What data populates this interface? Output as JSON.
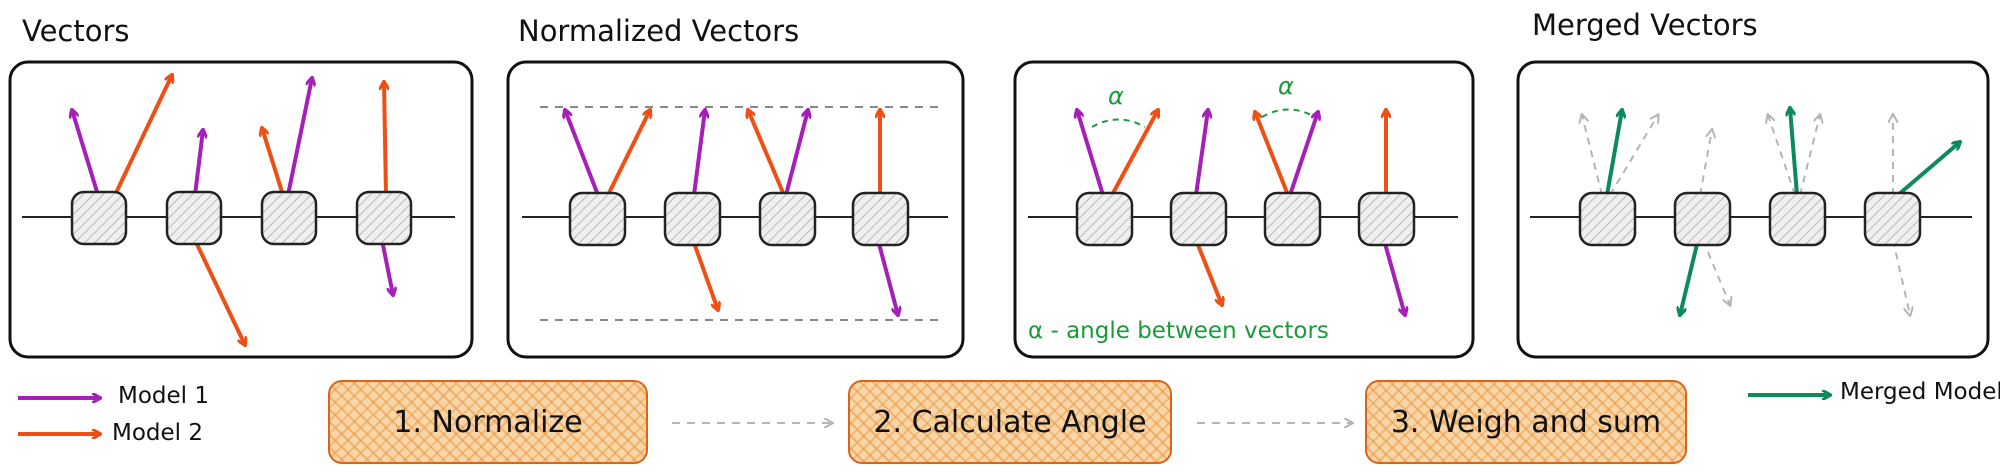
{
  "panels": [
    {
      "title": "Vectors"
    },
    {
      "title": "Normalized Vectors"
    },
    {
      "title": ""
    },
    {
      "title": "Merged Vectors"
    }
  ],
  "steps": [
    {
      "label": "1. Normalize"
    },
    {
      "label": "2. Calculate Angle"
    },
    {
      "label": "3. Weigh and sum"
    }
  ],
  "legend": {
    "model1": "Model 1",
    "model2": "Model 2",
    "merged": "Merged Model"
  },
  "angle": {
    "symbol": "α",
    "note": "α - angle between vectors"
  },
  "colors": {
    "model1": "#a51fb8",
    "model2": "#ee4f12",
    "merged": "#0e8a5a",
    "ghost": "#b5b5b5",
    "alpha": "#1a9a3a",
    "step_border": "#d9651a",
    "step_fill": "#f8d6a8"
  }
}
